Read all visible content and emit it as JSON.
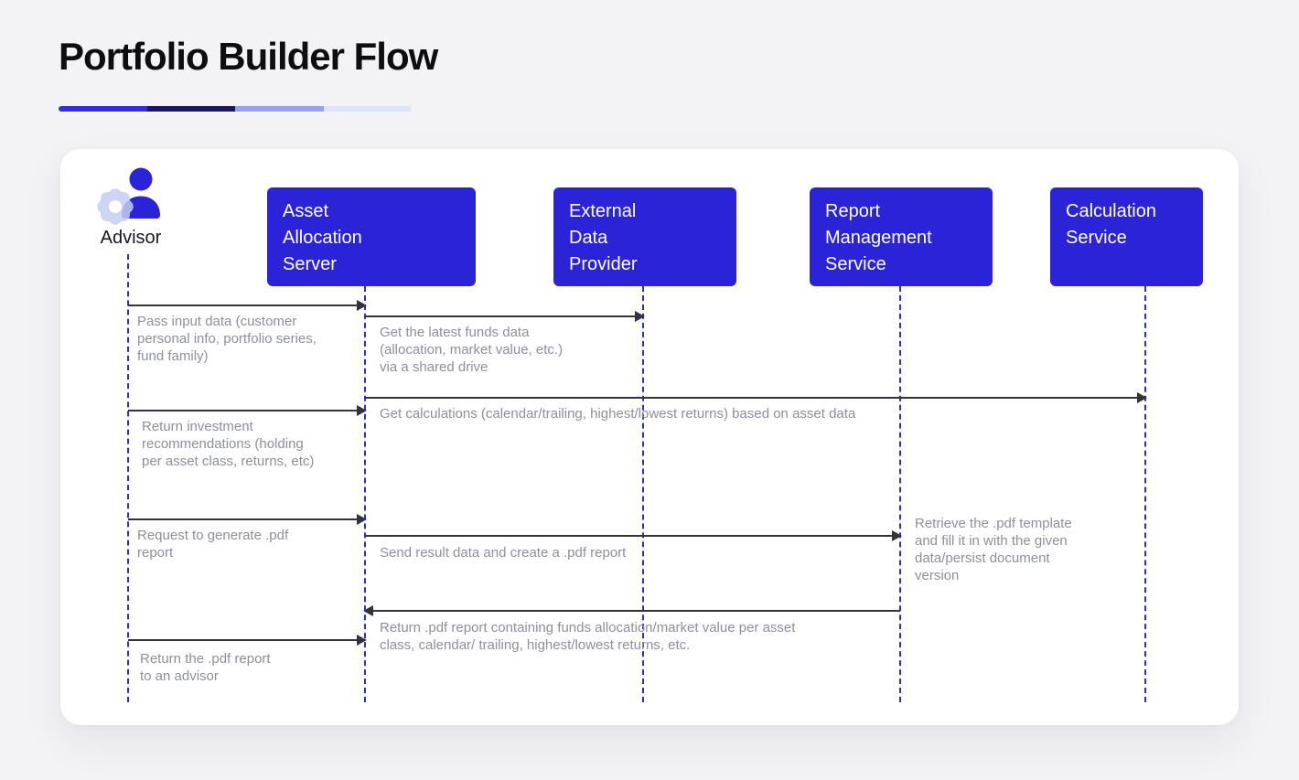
{
  "page": {
    "title": "Portfolio Builder Flow"
  },
  "progress_bar": {
    "segments": [
      "#342be0",
      "#1b1563",
      "#95a3ef",
      "#dfe3fb"
    ]
  },
  "colors": {
    "actor_box": "#2b23d8",
    "lifeline": "#2c2be0",
    "arrow": "#33333b",
    "message_text": "#8d909a"
  },
  "diagram": {
    "advisor": {
      "label": "Advisor",
      "icon": "advisor-person-gear-icon"
    },
    "actors": [
      {
        "label": "Asset\nAllocation\nServer"
      },
      {
        "label": "External\nData\nProvider"
      },
      {
        "label": "Report\nManagement\nService"
      },
      {
        "label": "Calculation\nService"
      }
    ],
    "messages": [
      {
        "from": "Advisor",
        "to": "Asset Allocation Server",
        "label": "Pass input data (customer\npersonal info, portfolio series,\nfund family)"
      },
      {
        "from": "Asset Allocation Server",
        "to": "External Data Provider",
        "label": "Get the latest funds data\n(allocation, market value, etc.)\nvia a shared drive"
      },
      {
        "from": "Asset Allocation Server",
        "to": "Calculation Service",
        "label": "Get calculations (calendar/trailing, highest/lowest returns) based on asset data"
      },
      {
        "from": "Advisor",
        "to": "Asset Allocation Server",
        "label": "Return investment\nrecommendations (holding\nper asset class, returns, etc)"
      },
      {
        "from": "Advisor",
        "to": "Asset Allocation Server",
        "label": "Request to generate .pdf\nreport"
      },
      {
        "from": "Asset Allocation Server",
        "to": "Report Management Service",
        "label": "Send result data and create a .pdf report"
      },
      {
        "from": "Report Management Service",
        "to": "Report Management Service",
        "label": "Retrieve the .pdf template\nand fill it in with the given\ndata/persist document\nversion"
      },
      {
        "from": "Report Management Service",
        "to": "Asset Allocation Server",
        "label": "Return .pdf report containing funds allocation/market value per asset\nclass, calendar/ trailing, highest/lowest returns, etc."
      },
      {
        "from": "Advisor",
        "to": "Asset Allocation Server",
        "label": "Return the .pdf report\nto an advisor"
      }
    ]
  }
}
